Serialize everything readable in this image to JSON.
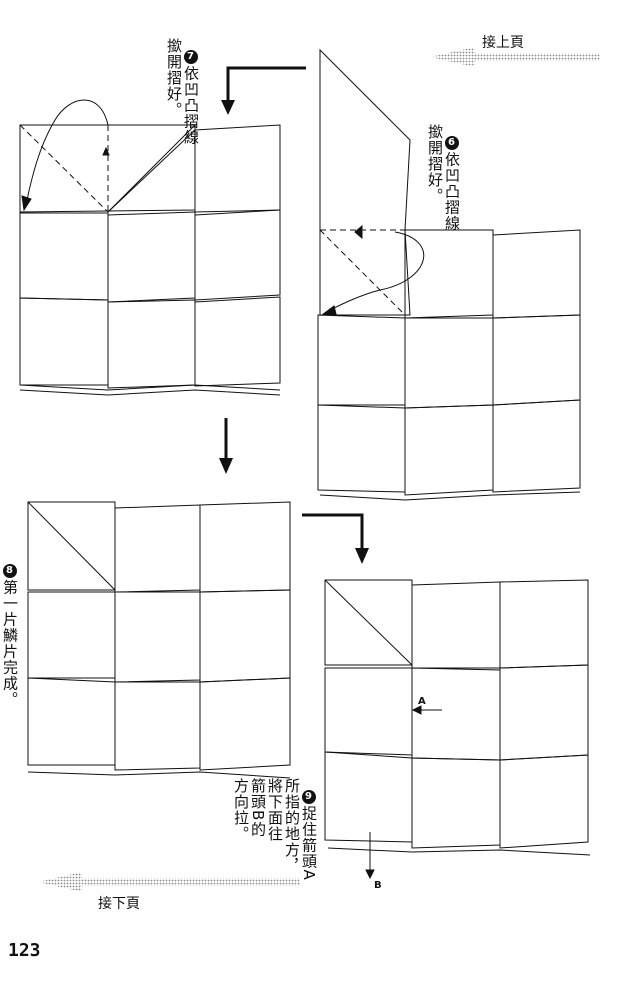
{
  "page_number": "123",
  "nav": {
    "prev_page_label": "接上頁",
    "next_page_label": "接下頁"
  },
  "steps": [
    {
      "number": "6",
      "text": "依凹凸摺線\n撳開摺好。"
    },
    {
      "number": "7",
      "text": "依凹凸摺線\n撳開摺好。"
    },
    {
      "number": "8",
      "text": "第一片鱗片完成。"
    },
    {
      "number": "9",
      "text": "捉住箭頭A\n所指的地方，\n將下面往\n箭頭B的\n方向拉。"
    }
  ],
  "arrow_labels": {
    "a": "A",
    "b": "B"
  },
  "colors": {
    "line": "#111111",
    "nav_arrow": "#9a9a9a"
  }
}
